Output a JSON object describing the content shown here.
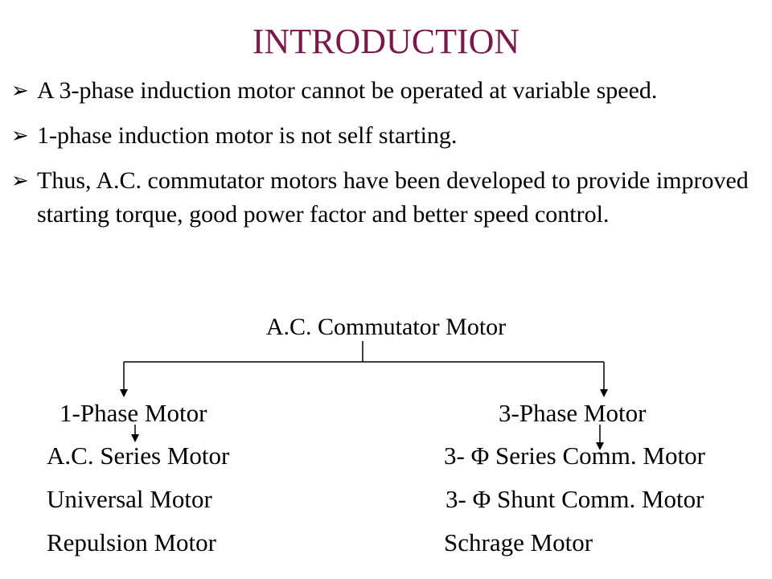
{
  "slide": {
    "title": "INTRODUCTION",
    "bullet_icon": "arrow-bullet-icon",
    "bullets": [
      "A 3-phase induction motor cannot be operated at variable speed.",
      "1-phase induction motor is not self starting.",
      "Thus, A.C. commutator motors have been developed to provide improved starting torque, good power factor and better speed control."
    ],
    "classification": {
      "root": "A.C. Commutator Motor",
      "left": {
        "heading": "1-Phase Motor",
        "items": [
          "A.C. Series Motor",
          "Universal Motor",
          "Repulsion Motor"
        ]
      },
      "right": {
        "heading": "3-Phase Motor",
        "items": [
          "3- Φ Series Comm. Motor",
          "3- Φ Shunt Comm. Motor",
          "Schrage Motor"
        ]
      }
    },
    "colors": {
      "title": "#7a1a4a",
      "text": "#000000"
    }
  }
}
